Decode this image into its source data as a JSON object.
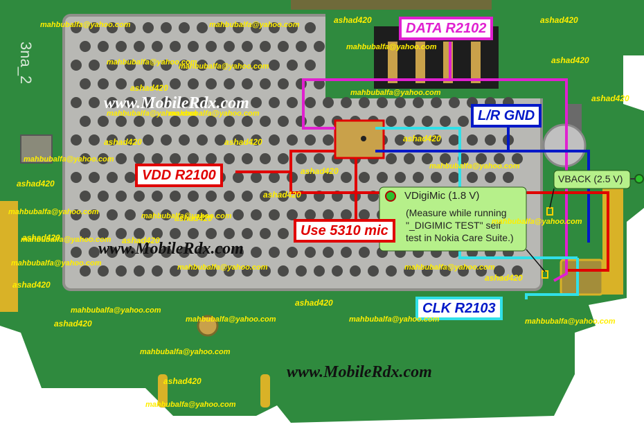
{
  "diagram": {
    "labels": {
      "data": "DATA R2102",
      "lr_gnd": "L/R GND",
      "vdd": "VDD R2100",
      "use_mic": "Use 5310 mic",
      "clk": "CLK  R2103",
      "vback": "VBACK (2.5 V)",
      "vdigmic_title": "VDigiMic (1.8 V)",
      "vdigmic_line2": "(Measure while running",
      "vdigmic_line3": "\"_DIGIMIC TEST\" self",
      "vdigmic_line4": "test in   Nokia Care Suite.)"
    },
    "board_marking": "3na_2",
    "site_text": "www.MobileRdx.com",
    "watermark_email": "mahbubalfa@yahoo.com",
    "watermark_user": "ashad420",
    "colors": {
      "board": "#2f8a3e",
      "shield": "#b8b8b4",
      "data": "#e020d0",
      "lr_gnd": "#0018c8",
      "vdd": "#e00000",
      "clk": "#30e0e8",
      "watermark": "#ffee00"
    }
  }
}
